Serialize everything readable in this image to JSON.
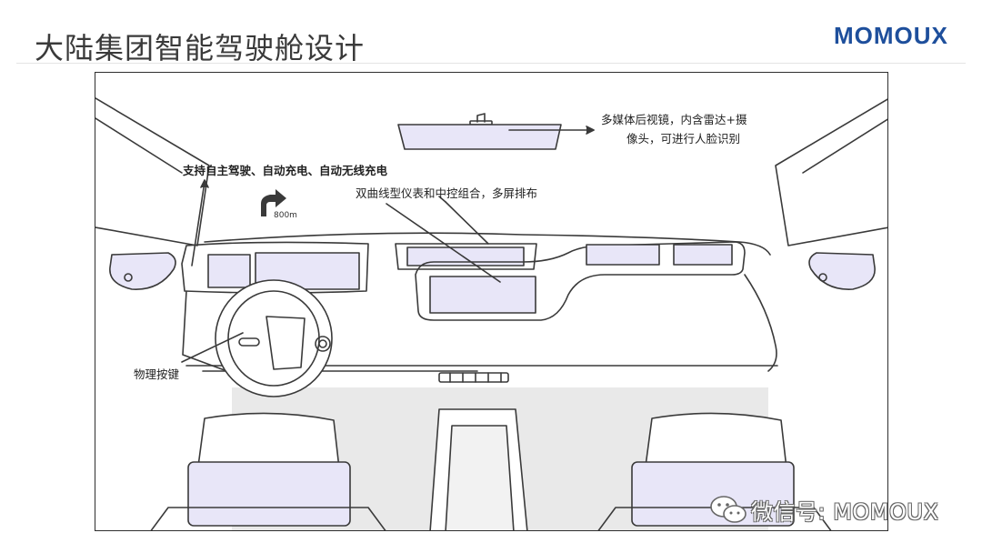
{
  "header": {
    "title": "大陆集团智能驾驶舱设计",
    "logo": "MOMOUX"
  },
  "callouts": {
    "mirror": "多媒体后视镜，内含雷达+摄像头，可进行人脸识别",
    "mirror_line1": "多媒体后视镜，内含雷达+摄",
    "mirror_line2": "像头，可进行人脸识别",
    "autonomy": "支持自主驾驶、自动充电、自动无线充电",
    "displays": "双曲线型仪表和中控组合，多屏排布",
    "buttons": "物理按键"
  },
  "navigation": {
    "distance": "800m",
    "icon": "turn-right-arrow-icon"
  },
  "watermark": {
    "icon": "wechat-icon",
    "text": "微信号: MOMOUX"
  },
  "colors": {
    "screen_fill": "#e8e6f8",
    "brand": "#1e4f9c",
    "floor": "#e9e9e9",
    "line": "#3a3a3a"
  }
}
